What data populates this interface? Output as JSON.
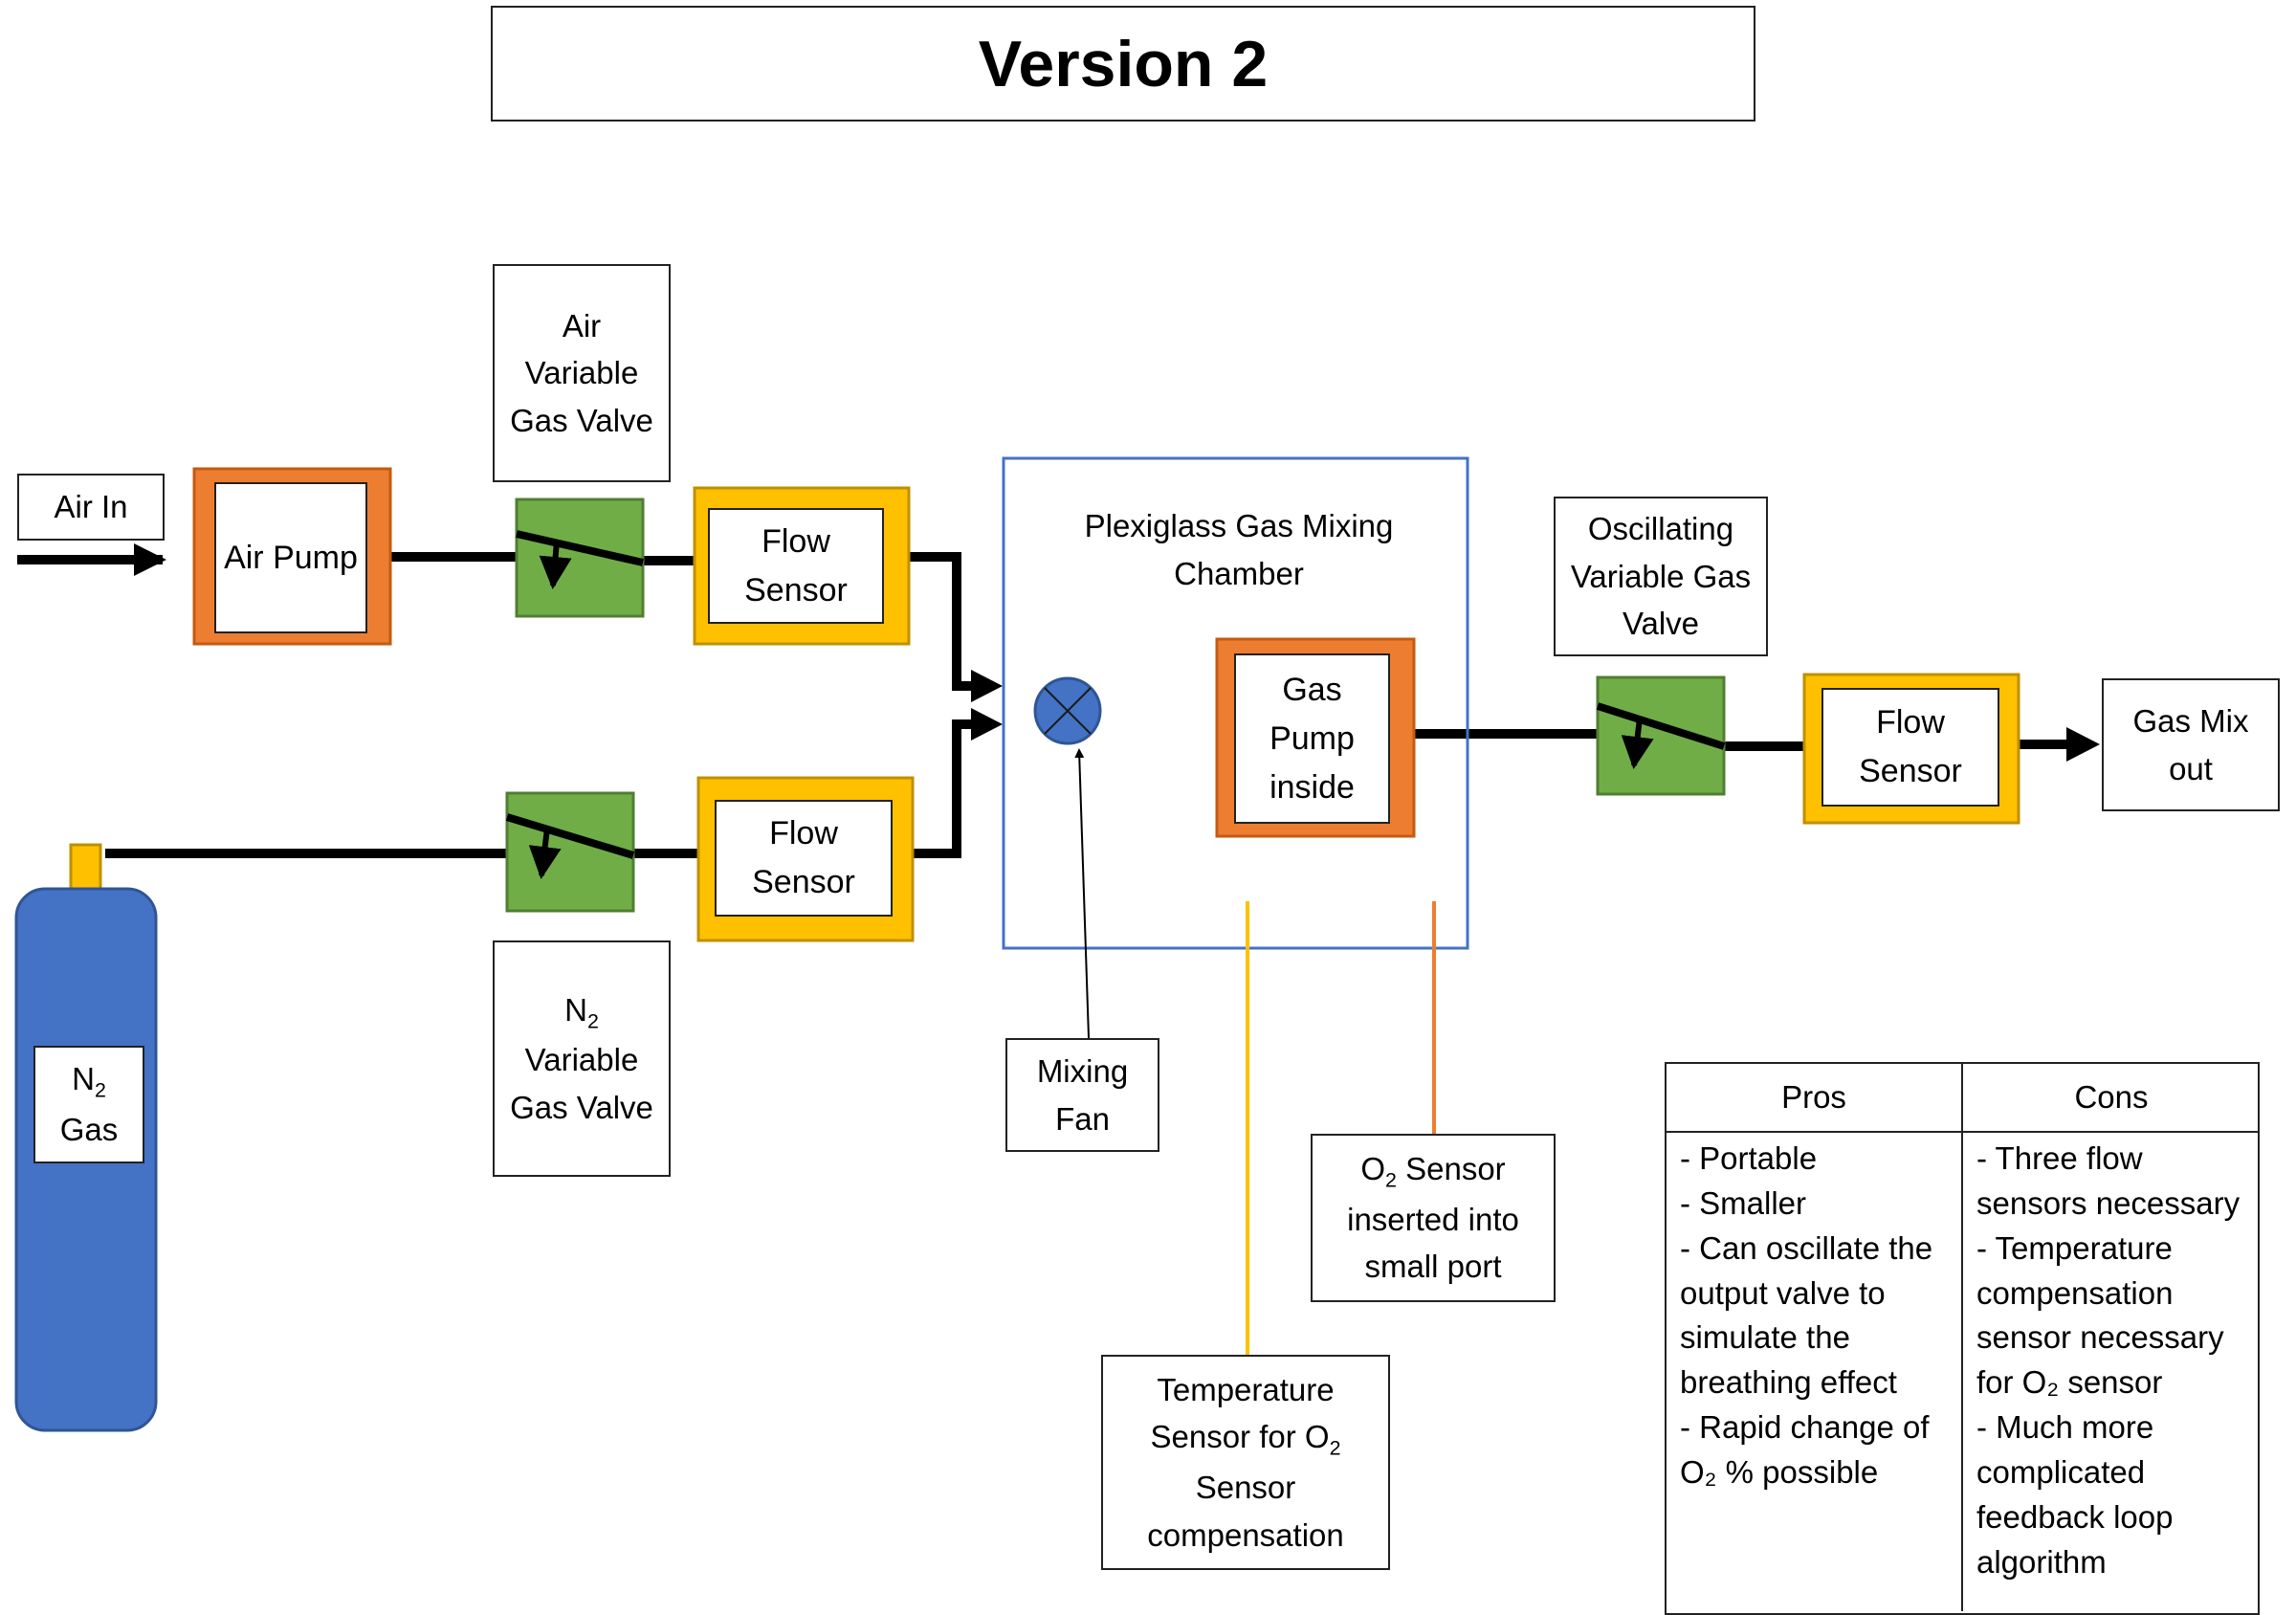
{
  "title": "Version 2",
  "labels": {
    "air_in": "Air In",
    "air_pump": "Air Pump",
    "air_valve": "Air Variable Gas Valve",
    "flow_sensor_top": "Flow Sensor",
    "flow_sensor_bottom": "Flow Sensor",
    "flow_sensor_out": "Flow Sensor",
    "n2_valve_prefix": "N",
    "n2_valve_sub": "2",
    "n2_valve_rest": "Variable Gas Valve",
    "n2_gas_prefix": "N",
    "n2_gas_sub": "2",
    "n2_gas_rest": "Gas",
    "chamber": "Plexiglass Gas Mixing Chamber",
    "gas_pump": "Gas Pump inside",
    "oscillating_valve": "Oscillating Variable Gas Valve",
    "gas_mix_out": "Gas Mix out",
    "mixing_fan": "Mixing Fan",
    "o2_sensor_prefix": "O",
    "o2_sensor_sub": "2",
    "o2_sensor_rest": " Sensor inserted into small port",
    "temp_sensor_a": "Temperature Sensor for O",
    "temp_sensor_sub": "2",
    "temp_sensor_b": "Sensor compensation"
  },
  "table": {
    "pros_header": "Pros",
    "cons_header": "Cons",
    "pros": [
      "- Portable",
      "- Smaller",
      "- Can oscillate the output valve to simulate the breathing effect",
      "- Rapid change of O₂ % possible"
    ],
    "cons": [
      "- Three flow sensors necessary",
      "- Temperature compensation sensor necessary for O₂ sensor",
      "- Much more complicated feedback loop algorithm"
    ]
  },
  "colors": {
    "pump_orange": "#ED7D31",
    "valve_green": "#70AD47",
    "sensor_yellow": "#FFC000",
    "chamber_blue": "#4472C4",
    "tank_blue": "#4472C4"
  },
  "icons": {
    "mixing_fan": "circle-x-icon",
    "valve": "valve-flap-icon",
    "tank": "gas-cylinder-icon"
  }
}
